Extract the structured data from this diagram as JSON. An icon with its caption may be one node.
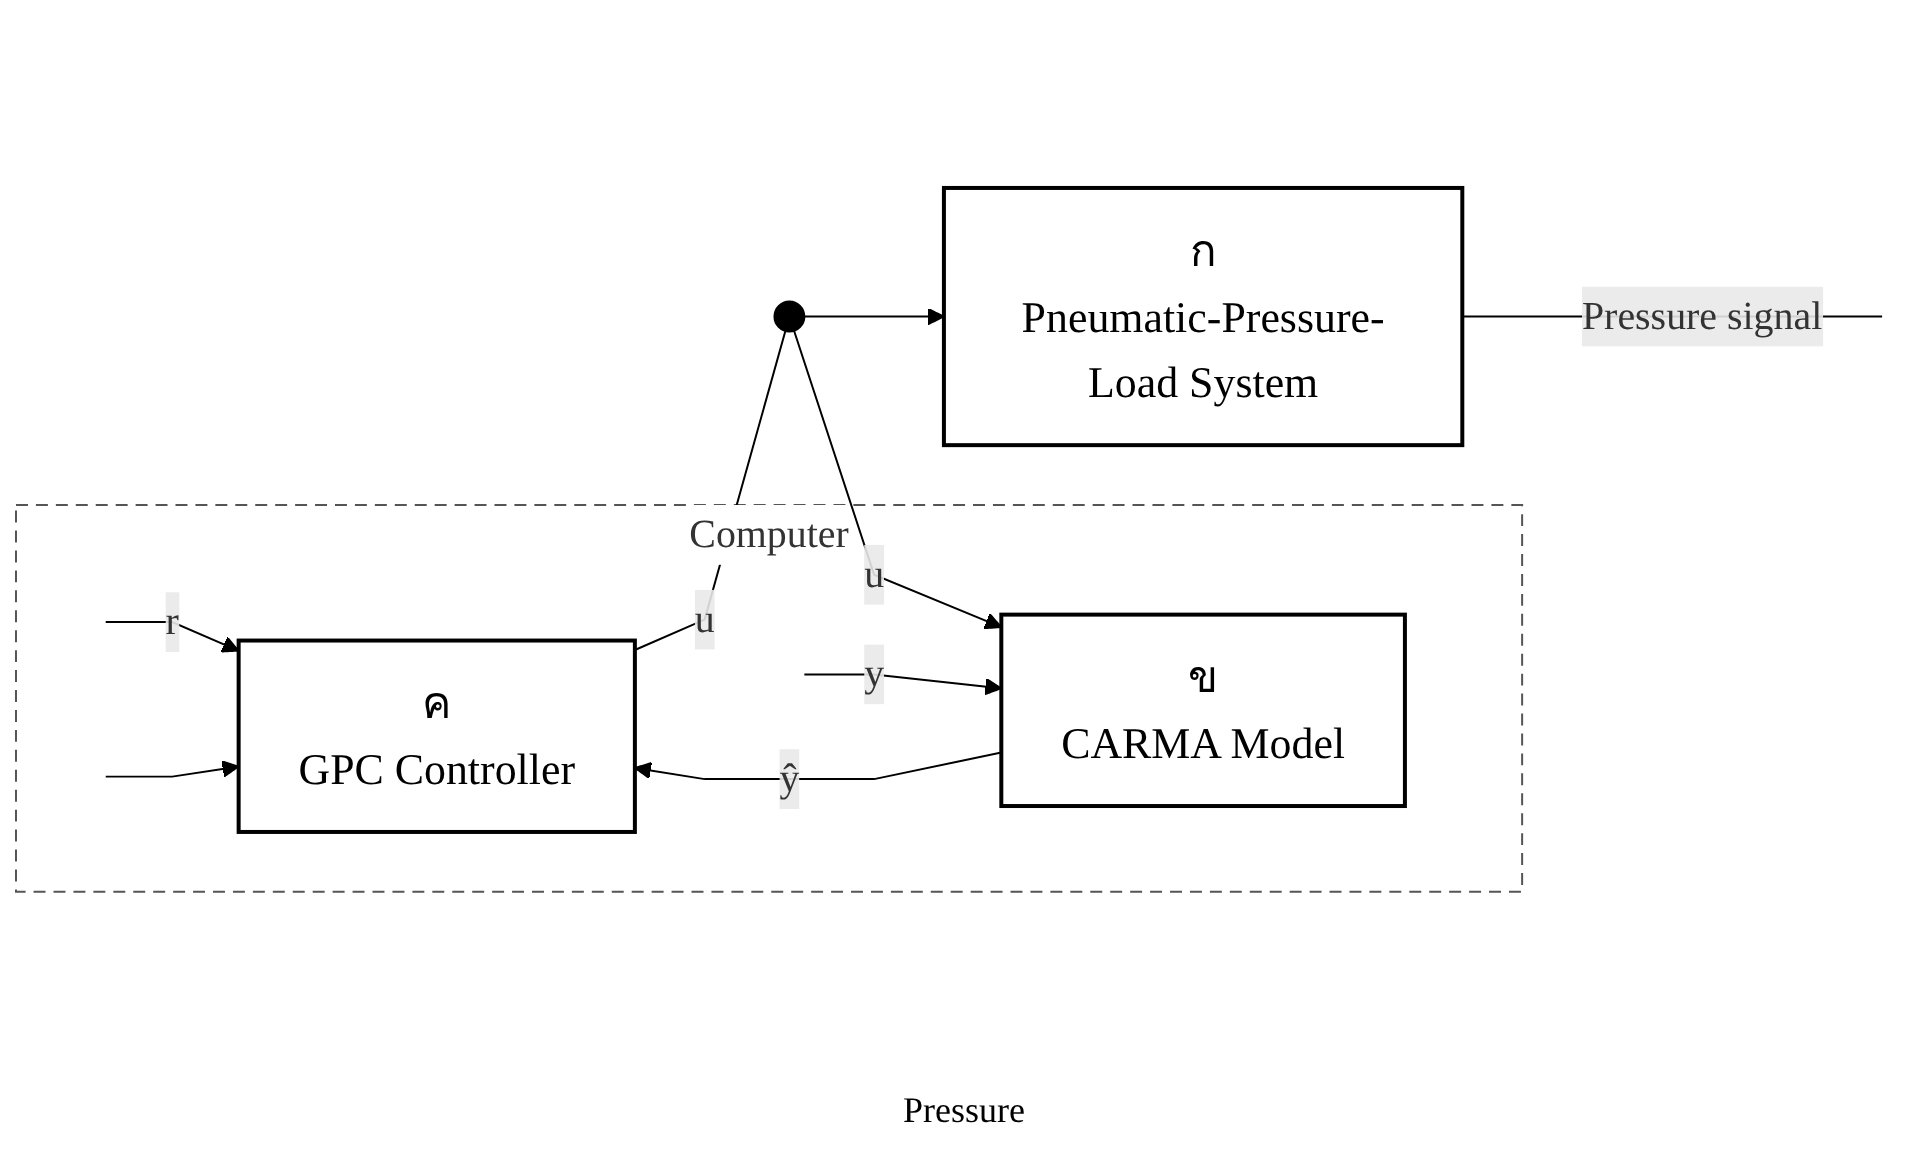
{
  "diagram": {
    "nodes": [
      {
        "text": [
          "Computer"
        ]
      },
      {
        "text": [
          "ข",
          "CARMA Model"
        ],
        "in": 0
      },
      {
        "text": [
          "ค",
          "GPC Controller"
        ],
        "in": 0
      },
      {
        "text": [],
        "shape": "circle"
      },
      {
        "text": [
          "ก",
          "Pneumatic-Pressure-Load System"
        ]
      }
    ],
    "edges": [
      {
        "from": 1,
        "to": 2,
        "arrow": "to",
        "label": "ŷ"
      },
      {
        "from": null,
        "to": 2,
        "arrow": "to",
        "label": "r"
      },
      {
        "from": 2,
        "to": 3,
        "arrow": "none",
        "label": "u"
      },
      {
        "from": 3,
        "to": 4,
        "arrow": "to"
      },
      {
        "from": 3,
        "to": 1,
        "arrow": "to",
        "label": "u"
      },
      {
        "from": 4,
        "to": null,
        "arrow": "none",
        "label": "Pressure signal"
      },
      {
        "from": null,
        "to": 1,
        "arrow": "to",
        "label": "y"
      },
      {
        "from": null,
        "to": 2,
        "arrow": "to"
      }
    ],
    "labels": [
      "Pressure"
    ]
  }
}
